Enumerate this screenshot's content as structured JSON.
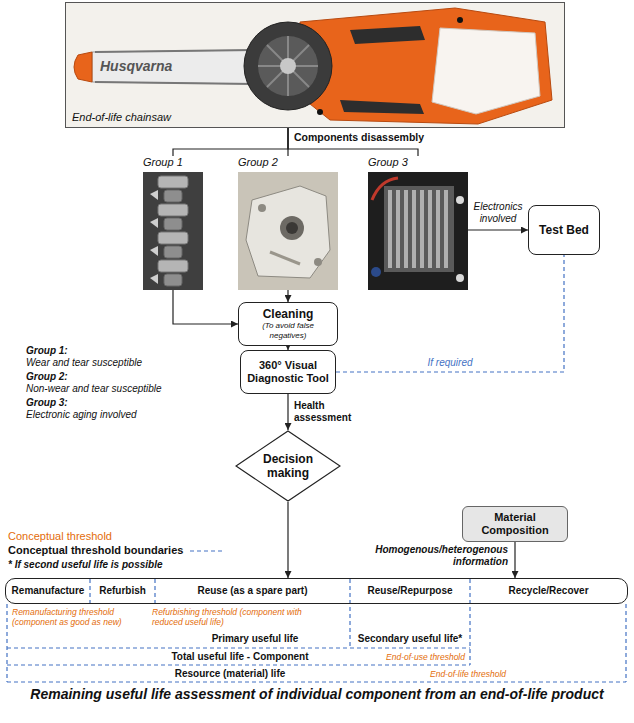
{
  "diagram": {
    "caption": "Remaining useful life assessment of individual component from an end-of-life product",
    "nodes": [
      {
        "text": [
          "End-of-life chainsaw"
        ]
      },
      {
        "text": [
          "Group 1"
        ]
      },
      {
        "text": [
          "Group 2"
        ]
      },
      {
        "text": [
          "Group 3"
        ]
      },
      {
        "text": [
          "Test Bed"
        ]
      },
      {
        "text": [
          "Cleaning",
          "(To avoid false negatives)"
        ]
      },
      {
        "text": [
          "360° Visual Diagnostic Tool"
        ]
      },
      {
        "text": [
          "Decision making"
        ]
      },
      {
        "text": [
          "Material Composition"
        ]
      },
      {
        "text": [
          "Remanufacture",
          "Refurbish",
          "Reuse (as a spare part)",
          "Reuse/Repurpose",
          "Recycle/Recover"
        ]
      }
    ],
    "edges": [
      {
        "from": 0,
        "to": 1,
        "arrow": "none"
      },
      {
        "from": 0,
        "to": 2,
        "arrow": "none"
      },
      {
        "from": 0,
        "to": 3,
        "arrow": "none"
      },
      {
        "from": 3,
        "to": 4,
        "label": "Electronics involved",
        "arrow": "to"
      },
      {
        "from": 1,
        "to": 5,
        "arrow": "to"
      },
      {
        "from": 2,
        "to": 5,
        "arrow": "to"
      },
      {
        "from": 5,
        "to": 6,
        "arrow": "to"
      },
      {
        "from": 6,
        "to": 4,
        "label": "If required",
        "arrow": "none"
      },
      {
        "from": 6,
        "to": 7,
        "label": "Health assessment",
        "arrow": "to"
      },
      {
        "from": 7,
        "to": 9,
        "arrow": "to"
      },
      {
        "from": 8,
        "to": 9,
        "label": "Homogenous/heterogenous information",
        "arrow": "to"
      }
    ],
    "labels": [
      "Husqvarna",
      "Components disassembly",
      "Group 1:",
      "Wear and tear susceptible",
      "Group 2:",
      "Non-wear and tear susceptible",
      "Group 3:",
      "Electronic aging involved",
      "Conceptual threshold",
      "* If second useful life is possible",
      "Remanufacturing threshold (component as good as new)",
      "Refurbishing threshold (component with reduced useful life)",
      "Primary useful life",
      "Secondary useful life*",
      "End-of-use threshold",
      "Total useful life - Component",
      "Resource (material) life",
      "End-of-life threshold"
    ],
    "legend": [
      {
        "text": "Conceptual threshold boundaries"
      }
    ]
  }
}
